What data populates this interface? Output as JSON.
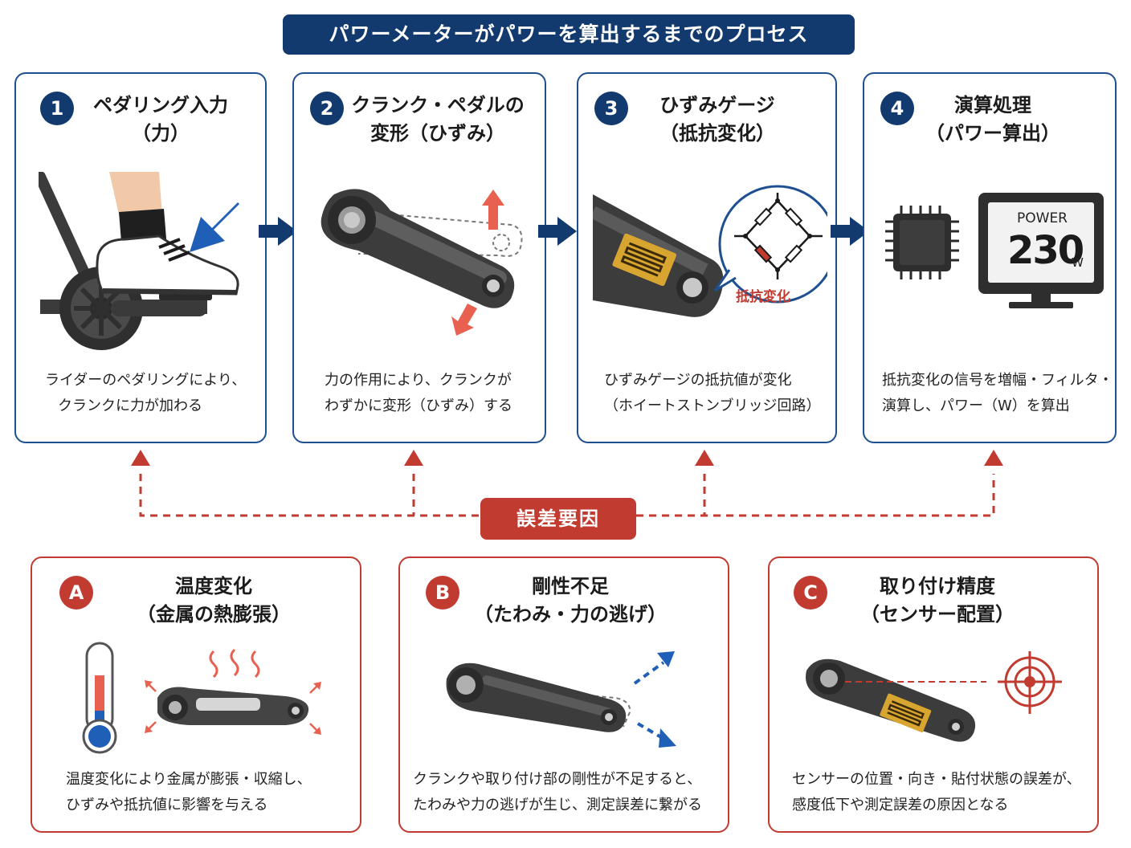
{
  "header": {
    "title": "パワーメーターがパワーを算出するまでのプロセス"
  },
  "steps": [
    {
      "number": "1",
      "title_line1": "ペダリング入力",
      "title_line2": "（力）",
      "desc_line1": "ライダーのペダリングにより、",
      "desc_line2": "クランクに力が加わる",
      "icon": "foot-pedaling-icon"
    },
    {
      "number": "2",
      "title_line1": "クランク・ペダルの",
      "title_line2": "変形（ひずみ）",
      "desc_line1": "力の作用により、クランクが",
      "desc_line2": "わずかに変形（ひずみ）する",
      "icon": "crank-deformation-icon"
    },
    {
      "number": "3",
      "title_line1": "ひずみゲージ",
      "title_line2": "（抵抗変化）",
      "desc_line1": "ひずみゲージの抵抗値が変化",
      "desc_line2": "（ホイートストンブリッジ回路）",
      "icon": "strain-gauge-icon",
      "callout": "抵抗変化"
    },
    {
      "number": "4",
      "title_line1": "演算処理",
      "title_line2": "（パワー算出）",
      "desc_line1": "抵抗変化の信号を増幅・フィルタ・",
      "desc_line2": "演算し、パワー（W）を算出",
      "icon": "processor-monitor-icon",
      "monitor_label": "POWER",
      "monitor_value": "230",
      "monitor_unit": "W"
    }
  ],
  "error_factors": {
    "label": "誤差要因",
    "items": [
      {
        "letter": "A",
        "title_line1": "温度変化",
        "title_line2": "（金属の熱膨張）",
        "desc_line1": "温度変化により金属が膨張・収縮し、",
        "desc_line2": "ひずみや抵抗値に影響を与える",
        "icon": "thermometer-crank-icon"
      },
      {
        "letter": "B",
        "title_line1": "剛性不足",
        "title_line2": "（たわみ・力の逃げ）",
        "desc_line1": "クランクや取り付け部の剛性が不足すると、",
        "desc_line2": "たわみや力の逃げが生じ、測定誤差に繋がる",
        "icon": "crank-flex-icon"
      },
      {
        "letter": "C",
        "title_line1": "取り付け精度",
        "title_line2": "（センサー配置）",
        "desc_line1": "センサーの位置・向き・貼付状態の誤差が、",
        "desc_line2": "感度低下や測定誤差の原因となる",
        "icon": "target-crank-icon"
      }
    ]
  },
  "colors": {
    "navy": "#123a6e",
    "red": "#c23b31",
    "blue_arrow": "#1f5fb8",
    "salmon_arrow": "#e8604f"
  }
}
